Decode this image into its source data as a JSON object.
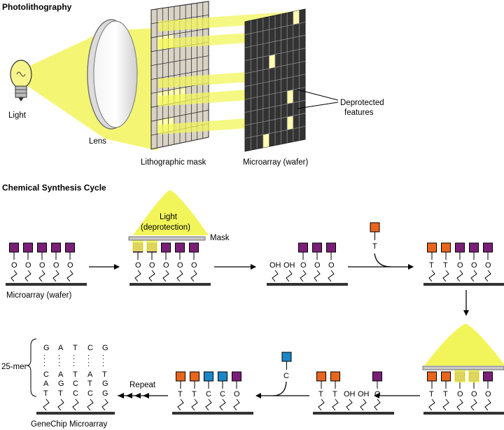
{
  "sections": {
    "photolithography": {
      "title": "Photolithography",
      "light_label": "Light",
      "lens_label": "Lens",
      "mask_label": "Lithographic mask",
      "wafer_label": "Microarray (wafer)",
      "deprotected_label_line1": "Deprotected",
      "deprotected_label_line2": "features"
    },
    "synthesis": {
      "title": "Chemical Synthesis Cycle",
      "light_line1": "Light",
      "light_line2": "(deprotection)",
      "mask_label": "Mask",
      "wafer_label": "Microarray (wafer)",
      "repeat_label": "Repeat",
      "mer_label": "25-mer",
      "genechip_label": "GeneChip  Microarray",
      "added_base_1": "T",
      "added_base_2": "C",
      "oh_label": "OH",
      "o_label": "O",
      "dots": ":"
    }
  },
  "genechip_sequences": [
    [
      "G",
      "C",
      "A",
      "T"
    ],
    [
      "A",
      "A",
      "G",
      "T"
    ],
    [
      "T",
      "T",
      "C",
      "C"
    ],
    [
      "C",
      "A",
      "T",
      "C"
    ],
    [
      "G",
      "T",
      "G",
      "G"
    ]
  ],
  "colors": {
    "protect": "#7a1f78",
    "base_T": "#e8651d",
    "base_C": "#1b87c9",
    "light": "#f2f55a",
    "mask_frame": "#d9d3c6",
    "wafer": "#333333",
    "deprotected": "#fffcb0"
  }
}
